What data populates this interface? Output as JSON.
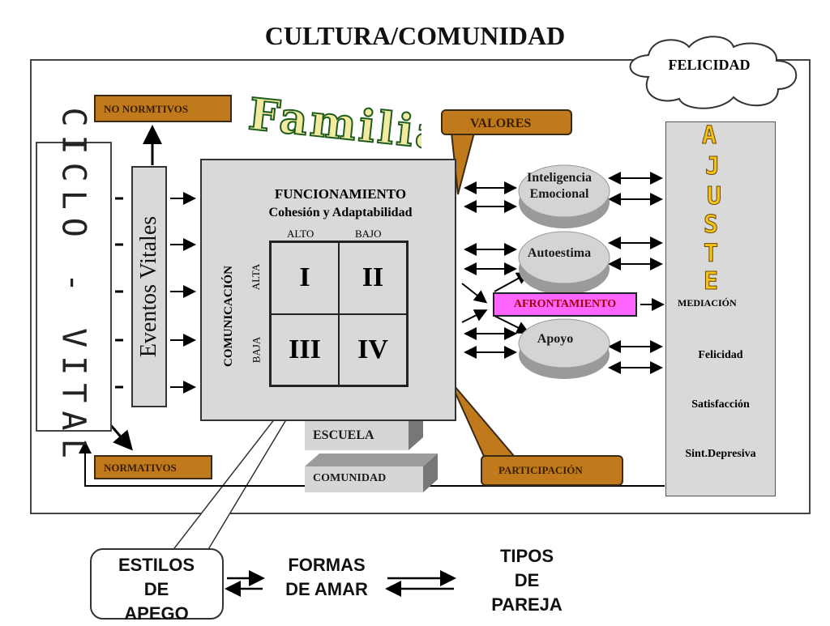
{
  "title": "CULTURA/COMUNIDAD",
  "cloud_label": "FELICIDAD",
  "familia_title": "Familia",
  "no_normativos": "NO NORMTIVOS",
  "normativos": "NORMATIVOS",
  "valores": "VALORES",
  "participacion": "PARTICIPACIÓN",
  "lifecycle_label": "CICLO - VITAL",
  "eventos_vitales": "Eventos Vitales",
  "funcionamiento": "FUNCIONAMIENTO",
  "cohesion": "Cohesión y Adaptabilidad",
  "grid": {
    "col_alto": "ALTO",
    "col_bajo": "BAJO",
    "row_alta": "ALTA",
    "row_baja": "BAJA",
    "axis_label": "COMUNICACIÓN",
    "q1": "I",
    "q2": "II",
    "q3": "III",
    "q4": "IV"
  },
  "discs": {
    "inteligencia": "Inteligencia Emocional",
    "autoestima": "Autoestima",
    "apoyo": "Apoyo"
  },
  "afrontamiento": "AFRONTAMIENTO",
  "ajuste_letters": [
    "A",
    "J",
    "U",
    "S",
    "T",
    "E"
  ],
  "right_labels": {
    "mediacion": "MEDIACIÓN",
    "felicidad": "Felicidad",
    "satisfaccion": "Satisfacción",
    "sint_depresiva": "Sint.Depresiva"
  },
  "escuela": "ESCUELA",
  "comunidad": "COMUNIDAD",
  "bottom": {
    "estilos_line1": "ESTILOS",
    "estilos_line2": "DE",
    "estilos_line3": "APEGO",
    "formas_line1": "FORMAS",
    "formas_line2": "DE AMAR",
    "tipos_line1": "TIPOS",
    "tipos_line2": "DE",
    "tipos_line3": "PAREJA"
  },
  "colors": {
    "brown": "#c07a1c",
    "pink": "#ff66ff",
    "familia_fill": "#f3e9a0",
    "familia_stroke": "#1d5c1d",
    "ajuste_fill": "#f5c21a"
  }
}
